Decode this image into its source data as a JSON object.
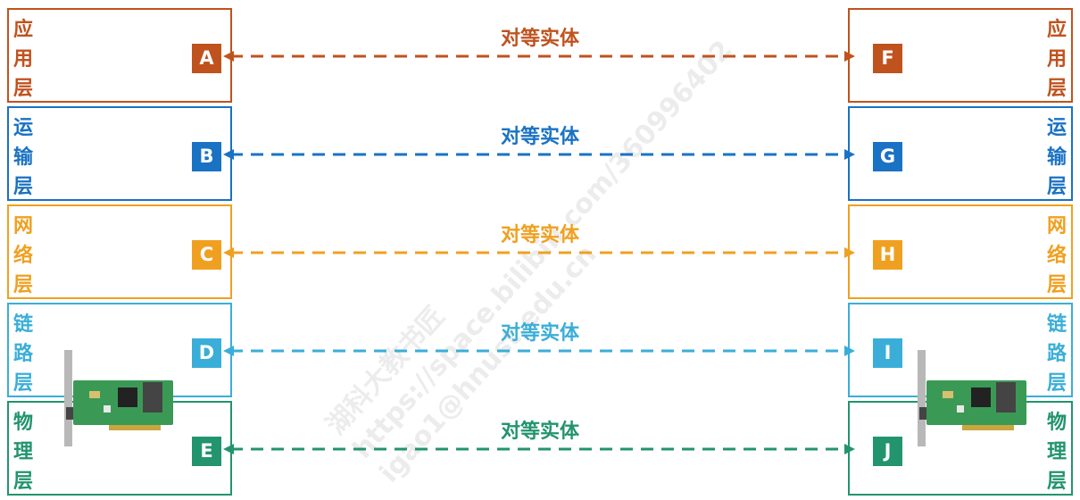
{
  "peer_label": "对等实体",
  "layers": [
    {
      "id": "application",
      "color": "#c0521e",
      "label_chars": [
        "应",
        "用",
        "层"
      ],
      "left_badge": "A",
      "right_badge": "F"
    },
    {
      "id": "transport",
      "color": "#1a72c4",
      "label_chars": [
        "运",
        "输",
        "层"
      ],
      "left_badge": "B",
      "right_badge": "G"
    },
    {
      "id": "network",
      "color": "#f0a020",
      "label_chars": [
        "网",
        "络",
        "层"
      ],
      "left_badge": "C",
      "right_badge": "H"
    },
    {
      "id": "link",
      "color": "#3aaed8",
      "label_chars": [
        "链",
        "路",
        "层"
      ],
      "left_badge": "D",
      "right_badge": "I"
    },
    {
      "id": "physical",
      "color": "#22946e",
      "label_chars": [
        "物",
        "理",
        "层"
      ],
      "left_badge": "E",
      "right_badge": "J"
    }
  ],
  "watermark": {
    "lines": [
      "湖科大教书匠",
      "https://space.bilibili.com/360996402",
      "igao1@hnust.edu.cn"
    ]
  },
  "colors": {
    "nic_board": "#3a9a55",
    "nic_bracket": "#b8b8b8"
  }
}
